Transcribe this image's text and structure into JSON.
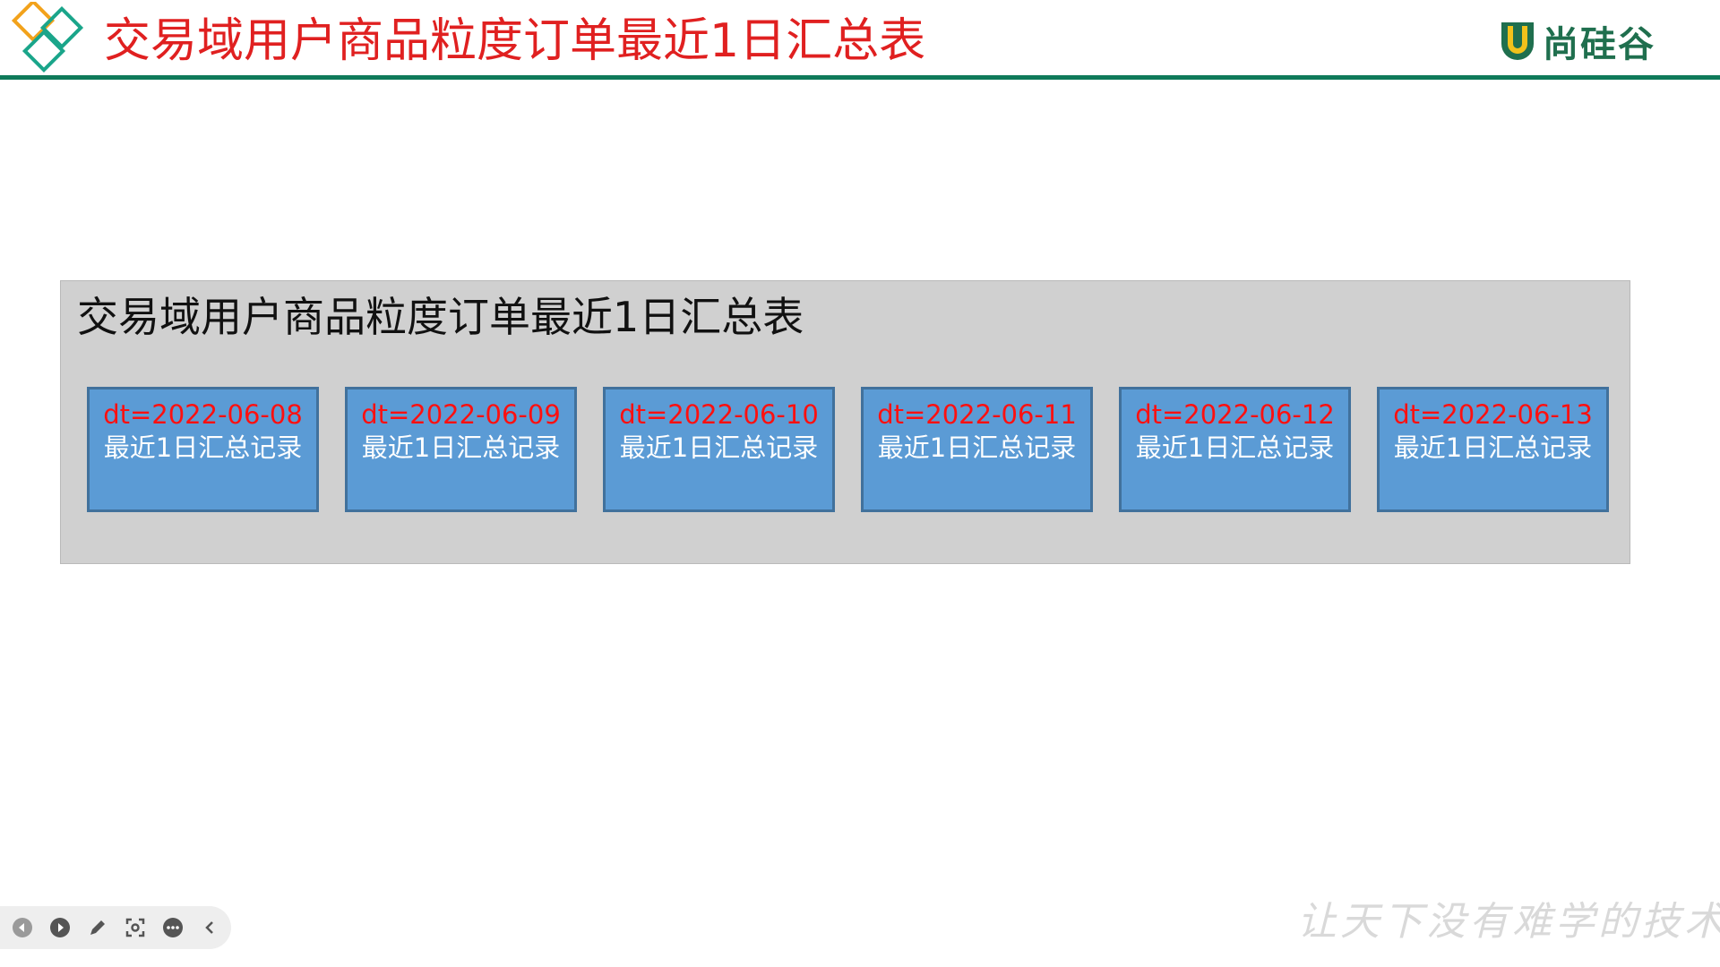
{
  "header": {
    "title": "交易域用户商品粒度订单最近1日汇总表",
    "brand_text": "尚硅谷",
    "colors": {
      "title": "#e02020",
      "rule": "#0f7a5a",
      "brand": "#1f6f4e"
    }
  },
  "panel": {
    "title": "交易域用户商品粒度订单最近1日汇总表",
    "cards": [
      {
        "date": "dt=2022-06-08",
        "label": "最近1日汇总记录"
      },
      {
        "date": "dt=2022-06-09",
        "label": "最近1日汇总记录"
      },
      {
        "date": "dt=2022-06-10",
        "label": "最近1日汇总记录"
      },
      {
        "date": "dt=2022-06-11",
        "label": "最近1日汇总记录"
      },
      {
        "date": "dt=2022-06-12",
        "label": "最近1日汇总记录"
      },
      {
        "date": "dt=2022-06-13",
        "label": "最近1日汇总记录"
      }
    ],
    "colors": {
      "panel_bg": "#d0d0d0",
      "card_bg": "#5b9bd5",
      "card_border": "#41719c",
      "date_text": "#ff1010"
    }
  },
  "toolbar": {
    "icons": [
      "previous-icon",
      "play-icon",
      "pen-icon",
      "screenshot-icon",
      "more-icon",
      "collapse-icon"
    ]
  },
  "footer": {
    "slogan": "让天下没有难学的技术"
  }
}
